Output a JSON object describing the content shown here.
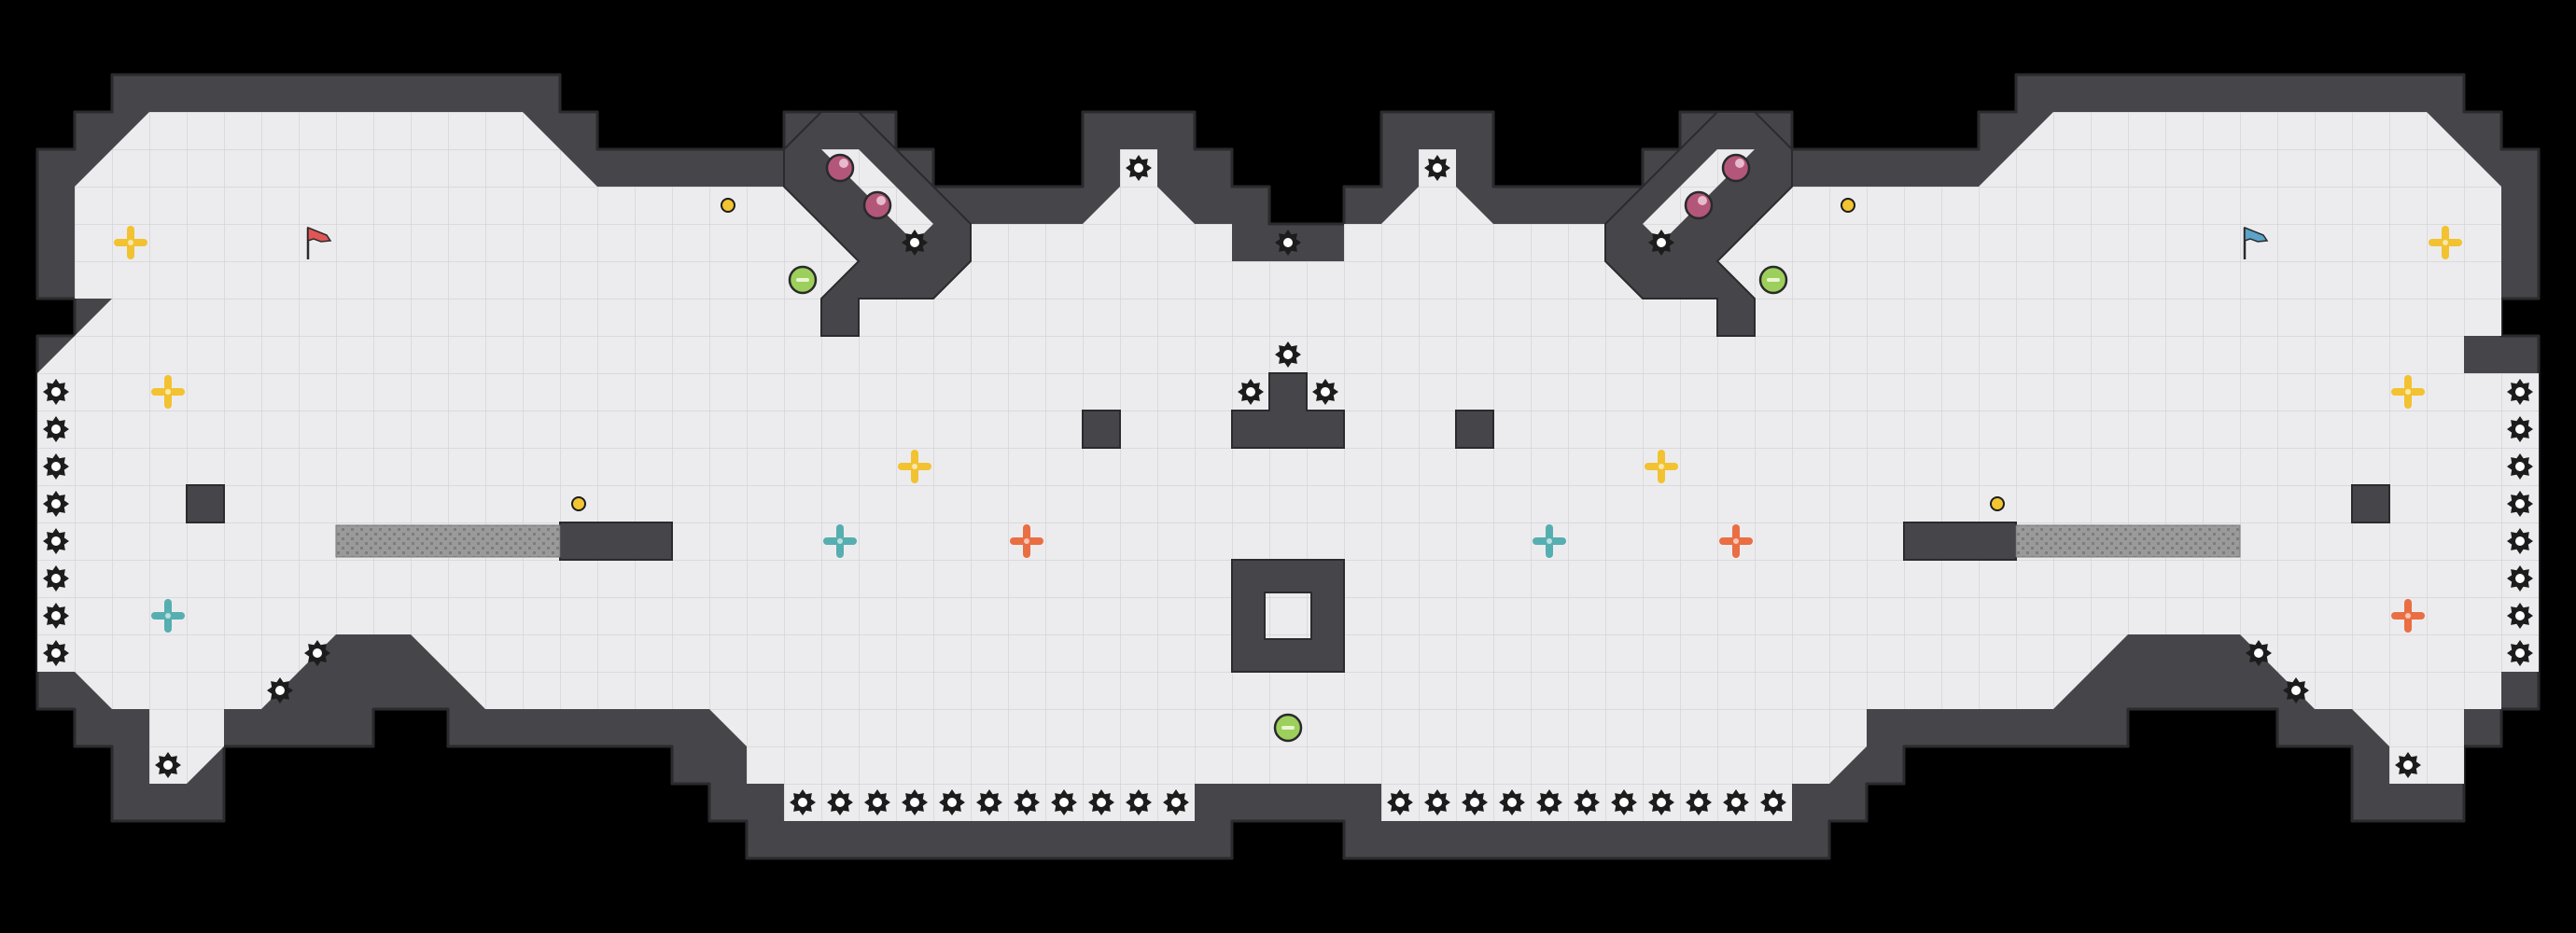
{
  "game": {
    "title": "",
    "colors": {
      "background": "#000000",
      "floor": "#ececee",
      "grid": "#d4d4d8",
      "wall": "#45454a",
      "wall_edge": "#2f2f33",
      "red_flag": "#e05656",
      "blue_flag": "#5ba3c9",
      "yellow_plus": "#f2c230",
      "teal_plus": "#56aeb0",
      "orange_plus": "#ea6e43",
      "coin": "#f3c533",
      "ball": "#9ccf5b",
      "potion": "#b2577a",
      "spike": "#1c1c1c",
      "vent": "#8d8d8d"
    },
    "entities": {
      "flags": [
        {
          "team": "red",
          "icon": "flag-icon"
        },
        {
          "team": "blue",
          "icon": "flag-icon"
        }
      ],
      "powerups": [
        {
          "kind": "yellow-plus"
        },
        {
          "kind": "yellow-plus"
        },
        {
          "kind": "yellow-plus"
        },
        {
          "kind": "yellow-plus"
        },
        {
          "kind": "yellow-plus"
        },
        {
          "kind": "yellow-plus"
        },
        {
          "kind": "teal-plus"
        },
        {
          "kind": "teal-plus"
        },
        {
          "kind": "teal-plus"
        },
        {
          "kind": "orange-plus"
        },
        {
          "kind": "orange-plus"
        },
        {
          "kind": "orange-plus"
        }
      ],
      "coins_count": 4,
      "balls_count": 3,
      "potions_count": 4,
      "vent_rows": 2
    }
  }
}
